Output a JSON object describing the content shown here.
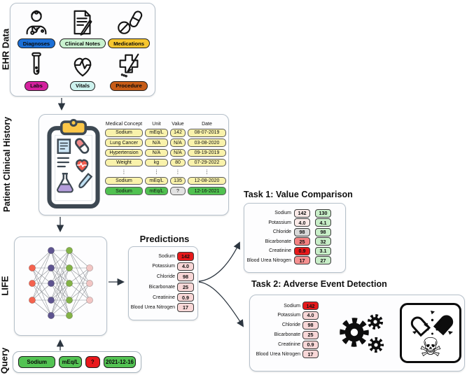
{
  "ehr": {
    "label": "EHR Data",
    "items": [
      {
        "label": "Diagnoses",
        "icon": "doctor-icon",
        "color": "#1b6fd6"
      },
      {
        "label": "Clinical Notes",
        "icon": "clinical-notes-icon",
        "color": "#c9f2cf"
      },
      {
        "label": "Medications",
        "icon": "pills-icon",
        "color": "#f6c62e"
      },
      {
        "label": "Labs",
        "icon": "test-tube-icon",
        "color": "#d4219e"
      },
      {
        "label": "Vitals",
        "icon": "heart-ekg-icon",
        "color": "#cdf2ee"
      },
      {
        "label": "Procedure",
        "icon": "medical-cross-pen-icon",
        "color": "#c75c17"
      }
    ]
  },
  "history": {
    "label": "Patient Clinical History",
    "table": {
      "headers": [
        "Medical Concept",
        "Unit",
        "Value",
        "Date"
      ],
      "rows": [
        {
          "concept": "Sodium",
          "unit": "mEq/L",
          "value": "142",
          "date": "08-07-2019",
          "type": "past"
        },
        {
          "concept": "Lung Cancer",
          "unit": "N/A",
          "value": "N/A",
          "date": "03-08-2020",
          "type": "past"
        },
        {
          "concept": "Hypertension",
          "unit": "N/A",
          "value": "N/A",
          "date": "09-19-2019",
          "type": "past"
        },
        {
          "concept": "Weight",
          "unit": "kg",
          "value": "80",
          "date": "07-29-2022",
          "type": "past"
        },
        {
          "concept": "⋮",
          "unit": "⋮",
          "value": "⋮",
          "date": "⋮",
          "type": "ellipsis"
        },
        {
          "concept": "Sodium",
          "unit": "mEq/L",
          "value": "135",
          "date": "12-08-2020",
          "type": "past"
        },
        {
          "concept": "Sodium",
          "unit": "mEq/L",
          "value": "?",
          "date": "12-16-2021",
          "type": "query"
        }
      ]
    }
  },
  "life": {
    "label": "LIFE"
  },
  "query": {
    "label": "Query",
    "tokens": [
      {
        "text": "Sodium",
        "color": "green"
      },
      {
        "text": "mEq/L",
        "color": "green"
      },
      {
        "text": "?",
        "color": "red"
      },
      {
        "text": "2021-12-16",
        "color": "green"
      }
    ]
  },
  "predictions": {
    "title": "Predictions",
    "rows": [
      {
        "label": "Sodium",
        "value": "142",
        "level": "high-alert"
      },
      {
        "label": "Potassium",
        "value": "4.0",
        "level": "normal"
      },
      {
        "label": "Chloride",
        "value": "98",
        "level": "normal"
      },
      {
        "label": "Bicarbonate",
        "value": "25",
        "level": "normal"
      },
      {
        "label": "Creatinine",
        "value": "0.9",
        "level": "normal"
      },
      {
        "label": "Blood Urea Nitrogen",
        "value": "17",
        "level": "normal"
      }
    ]
  },
  "task1": {
    "title": "Task 1: Value Comparison",
    "rows": [
      {
        "label": "Sodium",
        "predicted": "142",
        "actual": "130"
      },
      {
        "label": "Potassium",
        "predicted": "4.0",
        "actual": "4.1"
      },
      {
        "label": "Chloride",
        "predicted": "98",
        "actual": "98"
      },
      {
        "label": "Bicarbonate",
        "predicted": "25",
        "actual": "32"
      },
      {
        "label": "Creatinine",
        "predicted": "0.9",
        "actual": "3.1"
      },
      {
        "label": "Blood Urea Nitrogen",
        "predicted": "17",
        "actual": "27"
      }
    ]
  },
  "task2": {
    "title": "Task 2: Adverse Event Detection",
    "rows": [
      {
        "label": "Sodium",
        "value": "142"
      },
      {
        "label": "Potassium",
        "value": "4.0"
      },
      {
        "label": "Chloride",
        "value": "98"
      },
      {
        "label": "Bicarbonate",
        "value": "25"
      },
      {
        "label": "Creatinine",
        "value": "0.9"
      },
      {
        "label": "Blood Urea Nitrogen",
        "value": "17"
      }
    ],
    "icons": [
      "gears-icon",
      "adverse-event-skull-icon"
    ]
  },
  "icons": {
    "skull": "☠"
  },
  "colors": {
    "panel_border": "#b6c1cb",
    "history_yellow": "#f9f2ab",
    "history_green": "#50c150",
    "query_green": "#53c353",
    "alert_red": "#e6191b",
    "pred_pink": "#f8d7d7",
    "task1_pred_verylight": "#fbeae8",
    "task1_pred_gray": "#d8d8d8",
    "task1_pred_salmon": "#f48282",
    "task1_actual_green": "#c8eec8",
    "nn_layer_colors": [
      "#f4624e",
      "#5e5490",
      "#84b347",
      "#f2c6c4"
    ]
  }
}
